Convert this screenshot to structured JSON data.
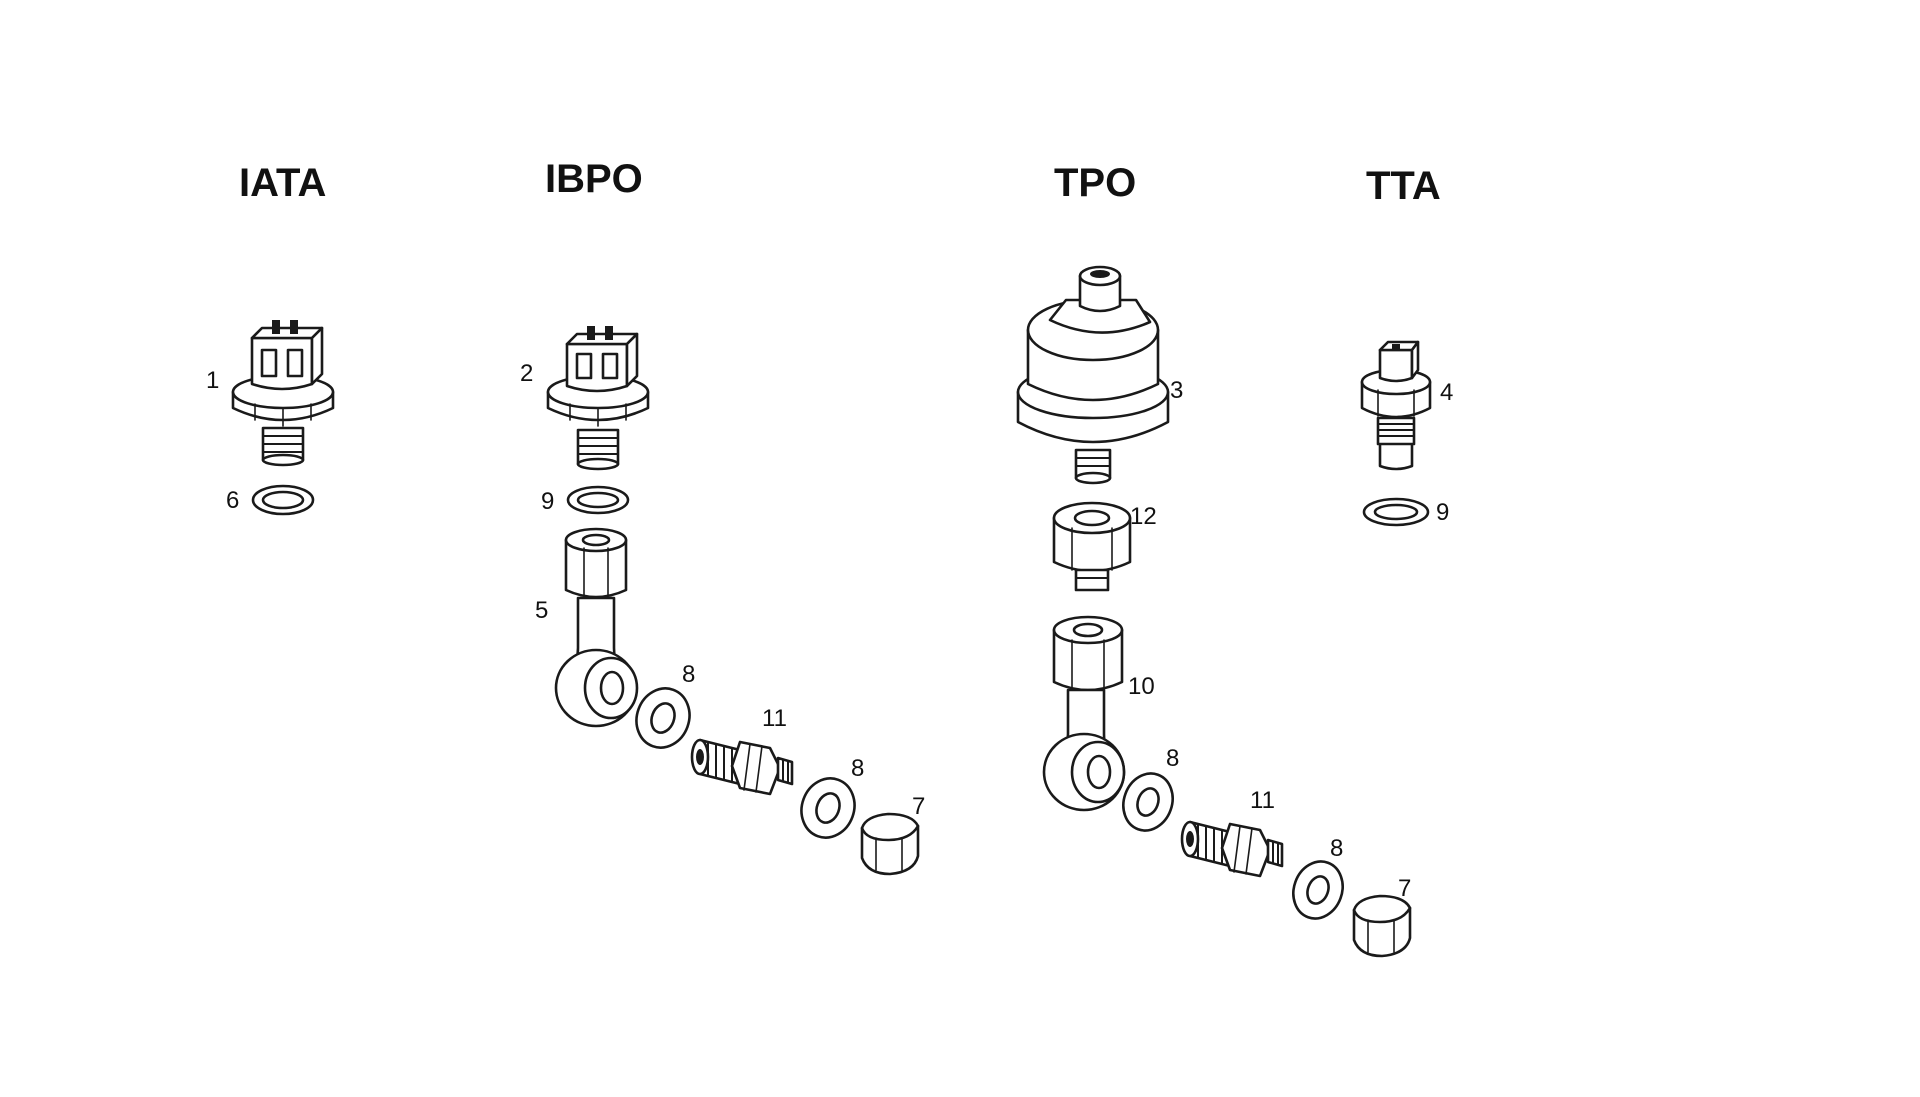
{
  "groups": [
    {
      "title": "IATA"
    },
    {
      "title": "IBPO"
    },
    {
      "title": "TPO"
    },
    {
      "title": "TTA"
    }
  ],
  "callouts": {
    "iata_switch": "1",
    "iata_washer": "6",
    "ibpo_switch": "2",
    "ibpo_washer": "9",
    "ibpo_elbow": "5",
    "ibpo_washer_a": "8",
    "ibpo_banjo_bolt": "11",
    "ibpo_washer_b": "8",
    "ibpo_cap": "7",
    "tpo_sender": "3",
    "tpo_adapter": "12",
    "tpo_elbow": "10",
    "tpo_washer_a": "8",
    "tpo_banjo_bolt": "11",
    "tpo_washer_b": "8",
    "tpo_cap": "7",
    "tta_sensor": "4",
    "tta_washer": "9"
  }
}
